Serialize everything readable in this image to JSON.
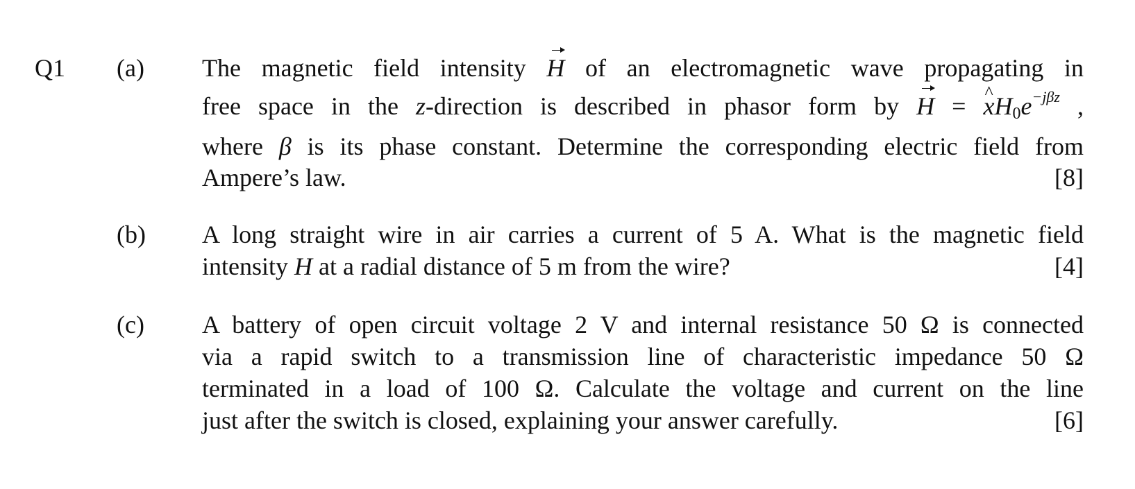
{
  "question": {
    "number": "Q1",
    "parts": [
      {
        "label": "(a)",
        "lines": [
          {
            "pre": "The magnetic field intensity ",
            "sym": "H",
            "post": " of an electromagnetic wave propagating in"
          },
          {
            "pre": "free space in the ",
            "z": "z",
            "mid": "-direction is described in phasor form by ",
            "eq_H": "H",
            "eq_eq": " = ",
            "eq_x": "x",
            "eq_H2": "H",
            "eq_0": "0",
            "eq_e": "e",
            "eq_exp": "−jβz",
            "post": " ,"
          },
          {
            "pre": "where ",
            "beta": "β",
            "post": " is its phase constant. Determine the corresponding electric field from"
          },
          {
            "text": "Ampere’s law."
          }
        ],
        "marks": "[8]"
      },
      {
        "label": "(b)",
        "lines": [
          {
            "text": "A long straight wire in air carries a current of 5 A. What is the magnetic field"
          },
          {
            "pre": "intensity ",
            "sym": "H",
            "post": " at a radial distance of 5 m from the wire?"
          }
        ],
        "marks": "[4]"
      },
      {
        "label": "(c)",
        "lines": [
          {
            "text": "A battery of open circuit voltage 2 V and internal resistance 50 Ω is connected"
          },
          {
            "text": "via a rapid switch to a transmission line of characteristic impedance 50 Ω"
          },
          {
            "text": "terminated in a load of 100 Ω. Calculate the voltage and current on the line"
          },
          {
            "text": "just after the switch is closed, explaining your answer carefully."
          }
        ],
        "marks": "[6]"
      }
    ]
  }
}
